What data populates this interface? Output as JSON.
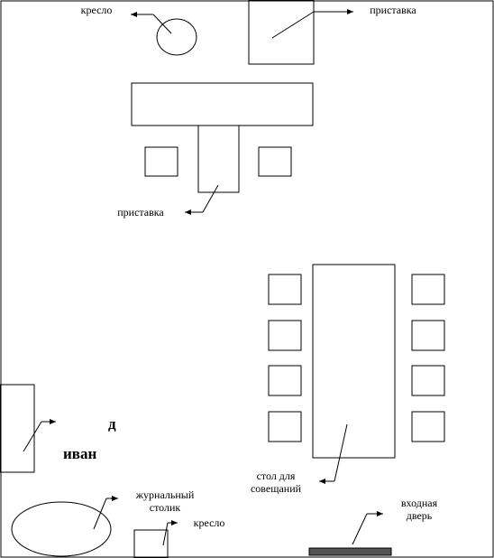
{
  "labels": {
    "armchair_top": "кресло",
    "side_table_top": "приставка",
    "side_table_desk": "приставка",
    "sofa_d": "д",
    "sofa_ivan": "иван",
    "coffee_table_line1": "журнальный",
    "coffee_table_line2": "столик",
    "armchair_bottom": "кресло",
    "meeting_table_line1": "стол для",
    "meeting_table_line2": "совещаний",
    "entrance_line1": "входная",
    "entrance_line2": "дверь"
  },
  "colors": {
    "stroke": "#000000",
    "door_fill": "#555555",
    "background": "#ffffff"
  }
}
